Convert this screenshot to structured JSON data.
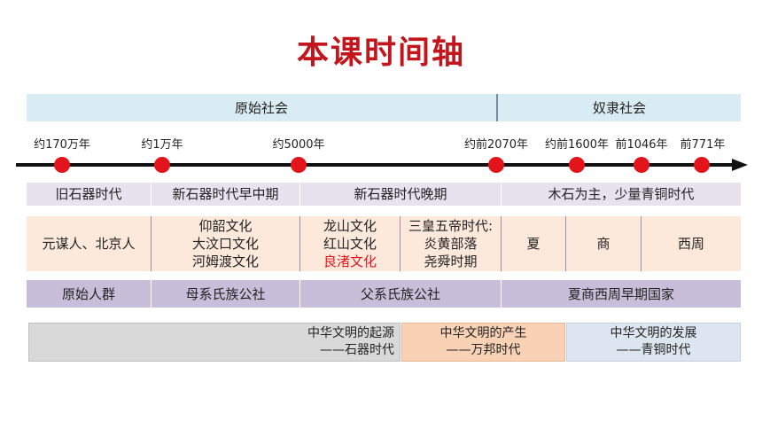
{
  "title": "本课时间轴",
  "society": {
    "primitive": "原始社会",
    "slave": "奴隶社会"
  },
  "timeline": [
    "约170万年",
    "约1万年",
    "约5000年",
    "约前2070年",
    "约前1600年",
    "前1046年",
    "前771年"
  ],
  "eras": [
    "旧石器时代",
    "新石器时代早中期",
    "新石器时代晚期",
    "木石为主，少量青铜时代"
  ],
  "cultures": {
    "c1": "元谋人、北京人",
    "c2": [
      "仰韶文化",
      "大汶口文化",
      "河姆渡文化"
    ],
    "c3": [
      "龙山文化",
      "红山文化",
      "良渚文化"
    ],
    "c4": [
      "三皇五帝时代:",
      "炎黄部落",
      "尧舜时期"
    ],
    "xia": "夏",
    "shang": "商",
    "xizhou": "西周"
  },
  "organizations": [
    "原始人群",
    "母系氏族公社",
    "父系氏族公社",
    "夏商西周早期国家"
  ],
  "civilization": [
    {
      "line1": "中华文明的起源",
      "line2": "——石器时代"
    },
    {
      "line1": "中华文明的产生",
      "line2": "——万邦时代"
    },
    {
      "line1": "中华文明的发展",
      "line2": "——青铜时代"
    }
  ],
  "colors": {
    "title": "#c3161c",
    "dot": "#e3141b",
    "highlight": "#e3141b"
  }
}
